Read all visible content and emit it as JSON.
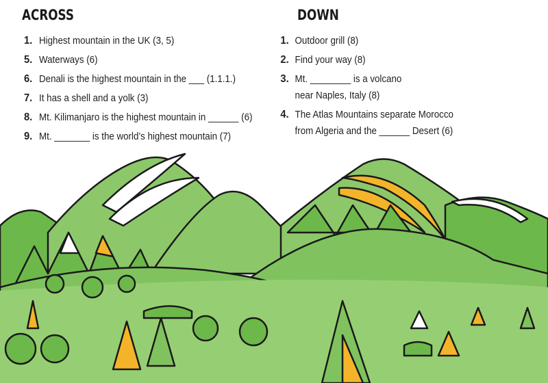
{
  "across": {
    "heading": "ACROSS",
    "clues": [
      {
        "number": "1.",
        "text": "Highest mountain in the UK (3, 5)"
      },
      {
        "number": "5.",
        "text": "Waterways (6)"
      },
      {
        "number": "6.",
        "text": "Denali is the highest mountain in the ___ (1.1.1.)"
      },
      {
        "number": "7.",
        "text": "It has a shell and a yolk (3)"
      },
      {
        "number": "8.",
        "text": "Mt. Kilimanjaro is the highest mountain in ______ (6)"
      },
      {
        "number": "9.",
        "text": "Mt. _______ is the world’s highest mountain (7)"
      }
    ]
  },
  "down": {
    "heading": "DOWN",
    "clues": [
      {
        "number": "1.",
        "text": "Outdoor grill (8)"
      },
      {
        "number": "2.",
        "text": "Find your way (8)"
      },
      {
        "number": "3.",
        "text": "Mt. ________ is a volcano",
        "text2": "near Naples, Italy (8)"
      },
      {
        "number": "4.",
        "text": "The Atlas Mountains separate Morocco",
        "text2": "from Algeria and the ______ Desert (6)"
      }
    ]
  },
  "colors": {
    "light_green": "#9dd07a",
    "mid_green": "#6db84a",
    "dark_green": "#4f9a35",
    "yellow": "#f4b42a",
    "outline": "#1a1a1a"
  }
}
